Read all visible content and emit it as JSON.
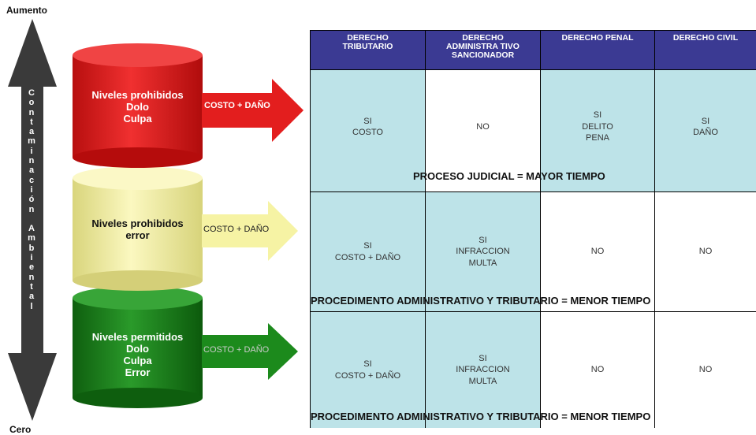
{
  "axis": {
    "top_label": "Aumento",
    "bottom_label": "Cero",
    "vertical_letters": [
      "C",
      "o",
      "n",
      "t",
      "a",
      "m",
      "i",
      "n",
      "a",
      "c",
      "i",
      "ó",
      "n",
      "",
      "A",
      "m",
      "b",
      "i",
      "e",
      "n",
      "t",
      "a",
      "l"
    ]
  },
  "levels": [
    {
      "text": "Niveles prohibidos\nDolo\nCulpa",
      "arrow_label": "COSTO + DAÑO",
      "color": "#e31e1e"
    },
    {
      "text": "Niveles prohibidos\nerror",
      "arrow_label": "COSTO + DAÑO",
      "color": "#f6f3a4"
    },
    {
      "text": "Niveles permitidos\nDolo\nCulpa\nError",
      "arrow_label": "COSTO + DAÑO",
      "color": "#1c8a1c"
    }
  ],
  "table": {
    "headers": [
      "DERECHO\nTRIBUTARIO",
      "DERECHO\nADMINISTRA TIVO\nSANCIONADOR",
      "DERECHO PENAL",
      "DERECHO CIVIL"
    ],
    "rows": [
      [
        [
          "SI",
          "COSTO"
        ],
        [
          "NO"
        ],
        [
          "SI",
          "DELITO",
          "PENA"
        ],
        [
          "SI",
          "DAÑO"
        ]
      ],
      [
        [
          "SI",
          "COSTO + DAÑO"
        ],
        [
          "SI",
          "INFRACCION",
          "MULTA"
        ],
        [
          "NO"
        ],
        [
          "NO"
        ]
      ],
      [
        [
          "SI",
          "COSTO + DAÑO"
        ],
        [
          "SI",
          "INFRACCION",
          "MULTA"
        ],
        [
          "NO"
        ],
        [
          "NO"
        ]
      ]
    ],
    "banners": [
      "PROCESO JUDICIAL = MAYOR TIEMPO",
      "PROCEDIMENTO ADMINISTRATIVO Y TRIBUTARIO = MENOR TIEMPO",
      "PROCEDIMENTO ADMINISTRATIVO Y TRIBUTARIO = MENOR TIEMPO"
    ]
  },
  "colors": {
    "header_bg": "#3b3a93",
    "cell_blue": "#bde3e8",
    "red": "#e31e1e",
    "yellow": "#f6f3a4",
    "green": "#1c8a1c"
  }
}
